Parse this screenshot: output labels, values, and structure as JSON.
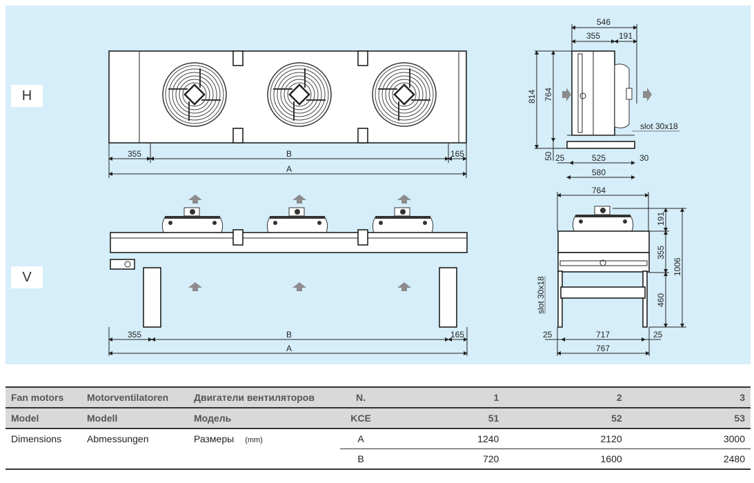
{
  "views": {
    "horizontal_label": "H",
    "vertical_label": "V"
  },
  "dims_h": {
    "left": "355",
    "b": "B",
    "right": "165",
    "a": "A"
  },
  "dims_side": {
    "total_depth": "546",
    "body_depth": "355",
    "fan_depth": "191",
    "total_height": "814",
    "body_height": "764",
    "base_height": "50",
    "left_offset": "25",
    "slot_span": "525",
    "right_offset": "30",
    "base_width": "580",
    "slot": "slot 30x18"
  },
  "dims_v": {
    "left": "355",
    "b": "B",
    "right": "165",
    "a": "A"
  },
  "dims_front": {
    "width": "764",
    "fan_height": "191",
    "body_height": "355",
    "total_height": "1006",
    "leg_height": "460",
    "left_offset": "25",
    "leg_span": "717",
    "right_offset": "25",
    "total_width": "767",
    "slot": "slot 30x18"
  },
  "table": {
    "rows": [
      {
        "en": "Fan motors",
        "de": "Motorventilatoren",
        "ru": "Двигатели вентиляторов",
        "key": "N.",
        "values": [
          "1",
          "2",
          "3"
        ]
      },
      {
        "en": "Model",
        "de": "Modell",
        "ru": "Модель",
        "key": "KCE",
        "values": [
          "51",
          "52",
          "53"
        ]
      },
      {
        "en": "Dimensions",
        "de": "Abmessungen",
        "ru": "Размеры",
        "unit": "(mm)",
        "key": "A",
        "values": [
          "1240",
          "2120",
          "3000"
        ]
      },
      {
        "key": "B",
        "values": [
          "720",
          "1600",
          "2480"
        ]
      }
    ]
  }
}
